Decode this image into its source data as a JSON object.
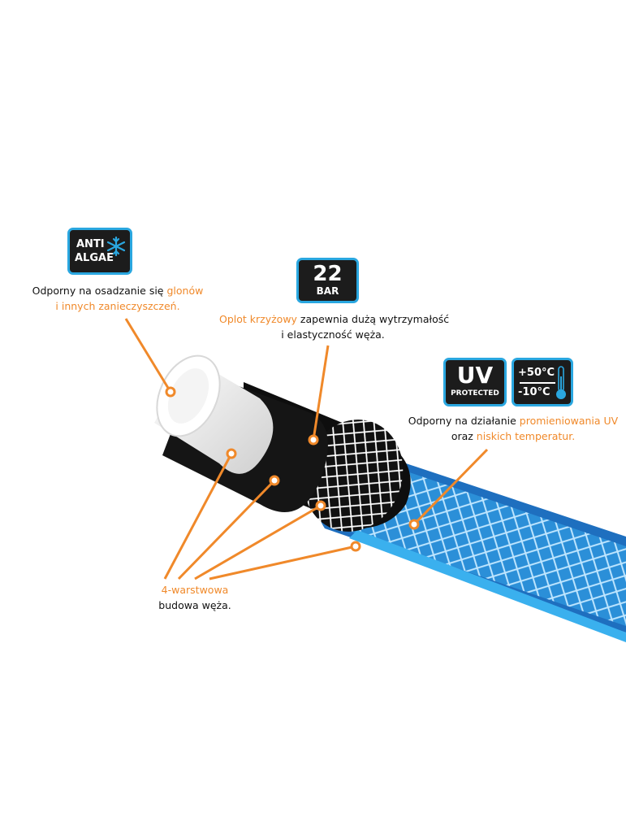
{
  "badges": {
    "anti_algae": {
      "line1": "ANTI",
      "line2": "ALGAE"
    },
    "bar": {
      "value": "22",
      "unit": "BAR"
    },
    "uv": {
      "line1": "UV",
      "line2": "PROTECTED"
    },
    "temp": {
      "high": "+50°C",
      "low": "-10°C"
    }
  },
  "captions": {
    "algae": {
      "pre": "Odporny na osadzanie się ",
      "hl1": "glonów",
      "hl2": "i innych zanieczyszczeń."
    },
    "braid": {
      "hl": "Oplot krzyżowy",
      "post": " zapewnia dużą wytrzymałość",
      "line2": "i elastyczność węża."
    },
    "uv": {
      "pre": "Odporny na działanie ",
      "hl1": "promieniowania UV",
      "mid": "oraz ",
      "hl2": "niskich temperatur."
    },
    "layers": {
      "hl": "4-warstwowa",
      "line2": "budowa węża."
    }
  },
  "colors": {
    "accent": "#f0892a",
    "badge_border": "#2aa7e0",
    "badge_bg": "#1c1c1c",
    "hose_blue": "#2a8fd6"
  },
  "icons": [
    "snowflake-icon",
    "thermometer-icon"
  ]
}
